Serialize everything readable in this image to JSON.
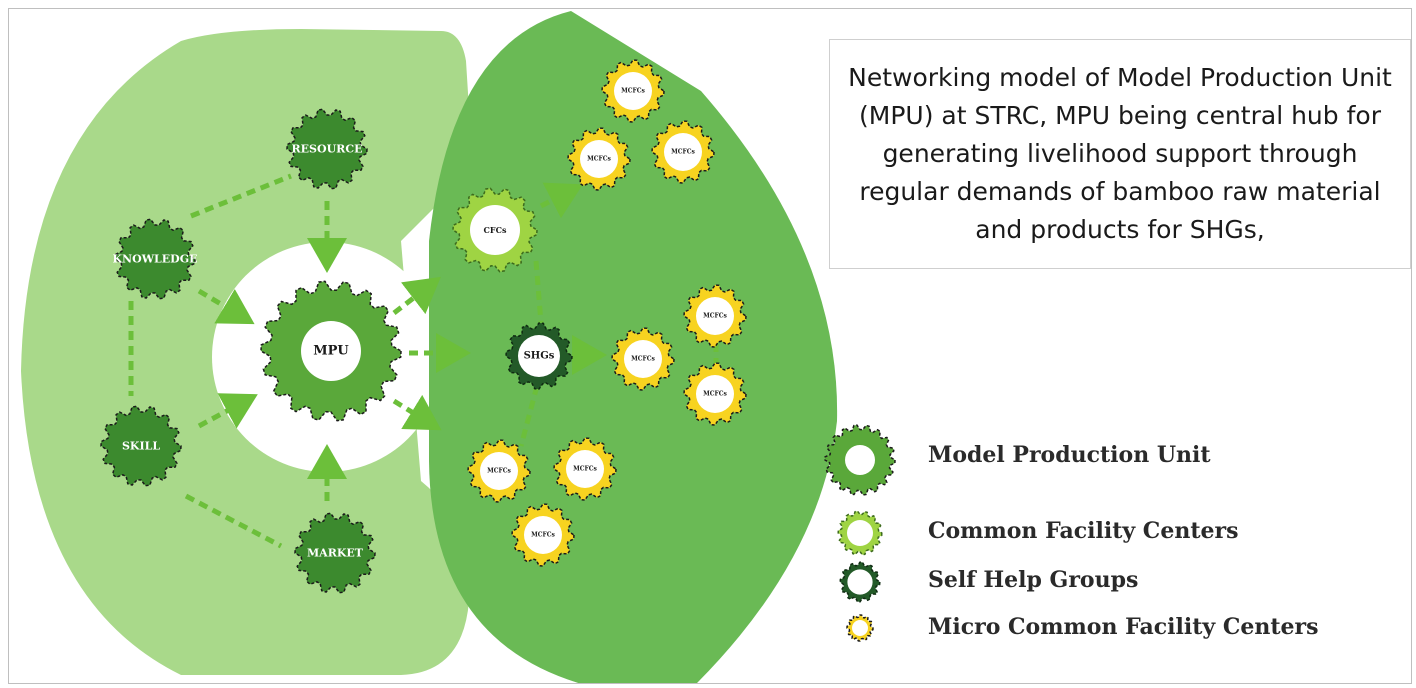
{
  "caption": "Networking model of Model Production Unit (MPU) at STRC, MPU being central hub for generating livelihood support through regular demands of bamboo raw material and products for SHGs,",
  "nodes": {
    "resource": "RESOURCE",
    "knowledge": "KNOWLEDGE",
    "skill": "SKILL",
    "market": "MARKET",
    "mpu": "MPU",
    "cfcs": "CFCs",
    "shgs": "SHGs",
    "mcfc_label": "MCFCs"
  },
  "legend": [
    {
      "label": "Model Production Unit",
      "icon": "mpu-gear-icon"
    },
    {
      "label": "Common Facility Centers",
      "icon": "cfc-gear-icon"
    },
    {
      "label": "Self Help Groups",
      "icon": "shg-gear-icon"
    },
    {
      "label": "Micro Common Facility Centers",
      "icon": "mcfc-gear-icon"
    }
  ],
  "colors": {
    "light_green": "#a9d98a",
    "field_green": "#6aba55",
    "dark_green": "#3c8a2e",
    "mpu_green": "#5aa83a",
    "cfc_green": "#9fd443",
    "shg_dark": "#235a28",
    "mcfc_yellow": "#f7d320",
    "arrow": "#6cbf3a"
  }
}
